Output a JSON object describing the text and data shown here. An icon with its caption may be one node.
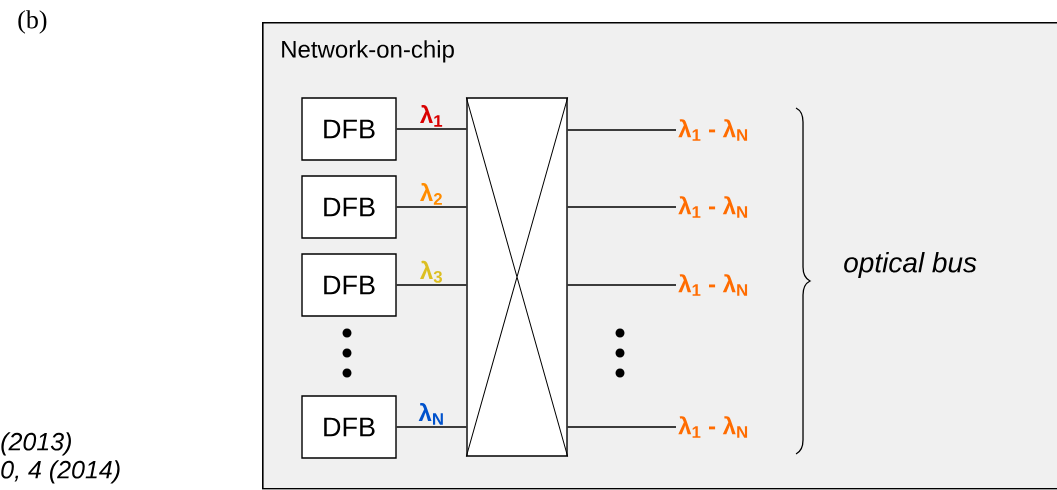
{
  "diagram": {
    "nodes": [
      {
        "text": [
          "Network-on-chip"
        ]
      },
      {
        "text": [
          "DFB"
        ],
        "in": 0
      },
      {
        "text": [
          "DFB"
        ],
        "in": 0
      },
      {
        "text": [
          "DFB"
        ],
        "in": 0
      },
      {
        "text": [
          "DFB"
        ],
        "in": 0
      },
      {
        "text": [],
        "shape": "box",
        "in": 0
      },
      {
        "text": [
          "λ$_{1}$ - λ$_{N}$"
        ],
        "in": 0
      },
      {
        "text": [
          "λ$_{1}$ - λ$_{N}$"
        ],
        "in": 0
      },
      {
        "text": [
          "λ$_{1}$ - λ$_{N}$"
        ],
        "in": 0
      },
      {
        "text": [
          "λ$_{1}$ - λ$_{N}$"
        ],
        "in": 0
      }
    ],
    "edges": [
      {
        "from": 1,
        "to": 5,
        "arrow": "none",
        "label": "λ$_{1}$"
      },
      {
        "from": 2,
        "to": 5,
        "arrow": "none",
        "label": "λ$_{2}$"
      },
      {
        "from": 3,
        "to": 5,
        "arrow": "none",
        "label": "λ$_{3}$"
      },
      {
        "from": 4,
        "to": 5,
        "arrow": "none",
        "label": "λ$_{N}$"
      },
      {
        "from": 5,
        "to": 6,
        "arrow": "none"
      },
      {
        "from": 5,
        "to": 7,
        "arrow": "none"
      },
      {
        "from": 5,
        "to": 8,
        "arrow": "none"
      },
      {
        "from": 5,
        "to": 9,
        "arrow": "none"
      }
    ],
    "labels": [
      "(b)",
      "optical bus",
      "(2013)",
      "0, 4 (2014)"
    ]
  }
}
